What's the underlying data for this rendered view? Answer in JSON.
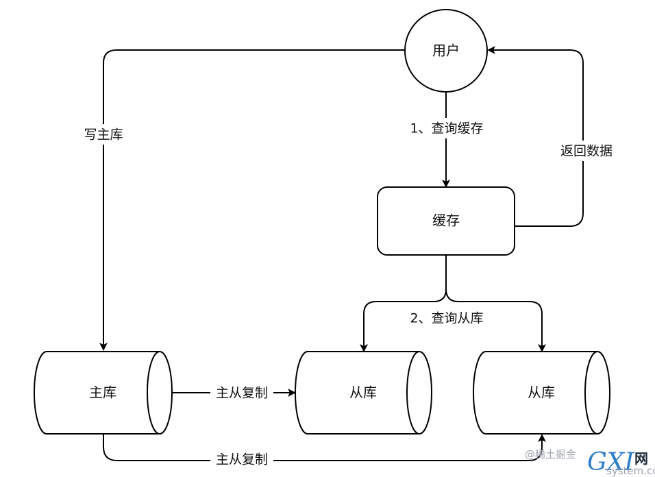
{
  "nodes": {
    "user": "用户",
    "cache": "缓存",
    "master_db": "主库",
    "slave_db_1": "从库",
    "slave_db_2": "从库"
  },
  "edges": {
    "write_master": "写主库",
    "query_cache": "1、查询缓存",
    "return_data": "返回数据",
    "query_slave": "2、查询从库",
    "replicate_1": "主从复制",
    "replicate_2": "主从复制"
  },
  "watermark": {
    "juejin": "@稀土掘金",
    "logo_letters": "GXI",
    "logo_suffix": "网",
    "logo_domain": "system.com"
  }
}
